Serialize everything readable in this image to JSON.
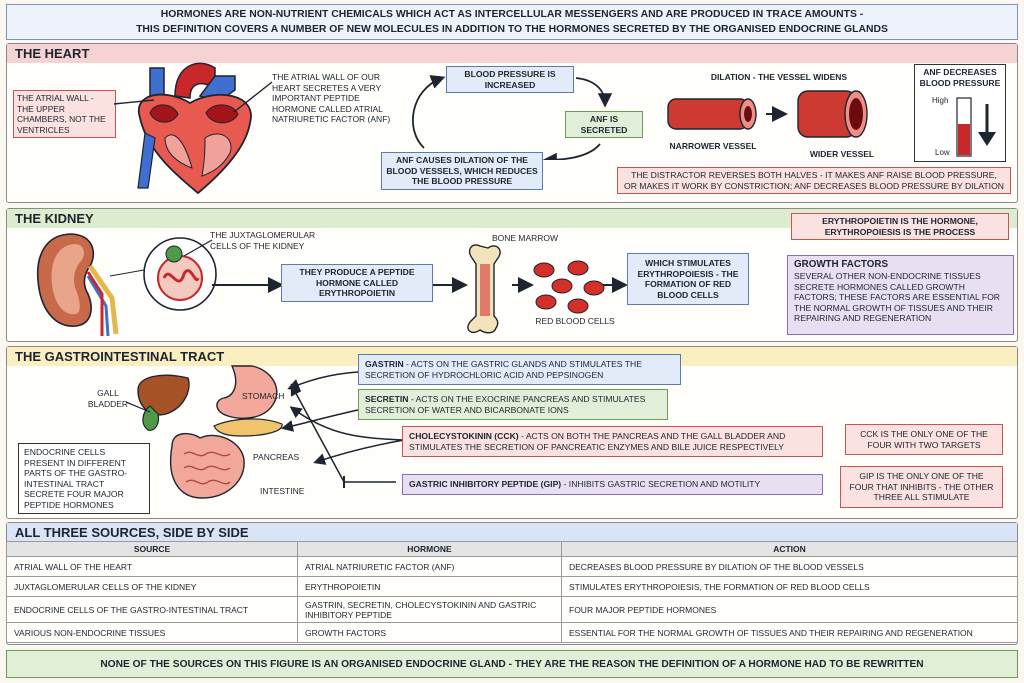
{
  "banner": {
    "line1": "HORMONES ARE NON-NUTRIENT CHEMICALS WHICH ACT AS INTERCELLULAR MESSENGERS AND ARE PRODUCED IN TRACE AMOUNTS -",
    "line2": "THIS DEFINITION COVERS A NUMBER OF NEW MOLECULES IN ADDITION TO THE HORMONES SECRETED BY THE ORGANISED ENDOCRINE GLANDS"
  },
  "heart": {
    "title": "THE HEART",
    "atrial_label": "THE ATRIAL WALL - THE UPPER CHAMBERS, NOT THE VENTRICLES",
    "anf_text": "THE ATRIAL WALL OF OUR HEART SECRETES A VERY IMPORTANT PEPTIDE HORMONE CALLED ATRIAL NATRIURETIC FACTOR (ANF)",
    "cycle_bp": "BLOOD PRESSURE IS INCREASED",
    "cycle_anf": "ANF IS SECRETED",
    "cycle_dilation": "ANF CAUSES DILATION OF THE BLOOD VESSELS, WHICH REDUCES THE BLOOD PRESSURE",
    "dilation_title": "DILATION - THE VESSEL WIDENS",
    "narrower": "NARROWER VESSEL",
    "wider": "WIDER VESSEL",
    "gauge_title": "ANF DECREASES BLOOD PRESSURE",
    "gauge_high": "High",
    "gauge_low": "Low",
    "gauge_level": 0.55,
    "distractor_line1": "THE DISTRACTOR REVERSES BOTH HALVES - IT MAKES ANF RAISE BLOOD PRESSURE,",
    "distractor_line2": "OR MAKES IT WORK BY CONSTRICTION; ANF DECREASES BLOOD PRESSURE BY DILATION"
  },
  "kidney": {
    "title": "THE KIDNEY",
    "jg_label": "THE JUXTAGLOMERULAR CELLS OF THE KIDNEY",
    "produce": "THEY PRODUCE A PEPTIDE HORMONE CALLED ERYTHROPOIETIN",
    "bone_marrow": "BONE MARROW",
    "rbc": "RED BLOOD CELLS",
    "stimulates": "WHICH STIMULATES ERYTHROPOIESIS - THE FORMATION OF RED BLOOD CELLS",
    "hormone_process": "ERYTHROPOIETIN IS THE HORMONE, ERYTHROPOIESIS IS THE PROCESS",
    "growth_title": "GROWTH FACTORS",
    "growth_text": "SEVERAL OTHER NON-ENDOCRINE TISSUES SECRETE HORMONES CALLED GROWTH FACTORS; THESE FACTORS ARE ESSENTIAL FOR THE NORMAL GROWTH OF TISSUES AND THEIR REPAIRING AND REGENERATION"
  },
  "gi": {
    "title": "THE GASTROINTESTINAL TRACT",
    "gall": "GALL BLADDER",
    "stomach": "STOMACH",
    "pancreas": "PANCREAS",
    "intestine": "INTESTINE",
    "endocrine_cells": "ENDOCRINE CELLS PRESENT IN DIFFERENT PARTS OF THE GASTRO-INTESTINAL TRACT SECRETE FOUR MAJOR PEPTIDE HORMONES",
    "gastrin_name": "GASTRIN",
    "gastrin_text": " - ACTS ON THE GASTRIC GLANDS AND STIMULATES THE SECRETION OF HYDROCHLORIC ACID AND PEPSINOGEN",
    "secretin_name": "SECRETIN",
    "secretin_text": " - ACTS ON THE EXOCRINE PANCREAS AND STIMULATES SECRETION OF WATER AND BICARBONATE IONS",
    "cck_name": "CHOLECYSTOKININ (CCK)",
    "cck_text": " - ACTS ON BOTH THE PANCREAS AND THE GALL BLADDER AND STIMULATES THE SECRETION OF PANCREATIC ENZYMES AND BILE JUICE RESPECTIVELY",
    "gip_name": "GASTRIC INHIBITORY PEPTIDE (GIP)",
    "gip_text": " - INHIBITS GASTRIC SECRETION AND MOTILITY",
    "cck_note": "CCK IS THE ONLY ONE OF THE FOUR WITH TWO TARGETS",
    "gip_note": "GIP IS THE ONLY ONE OF THE FOUR THAT INHIBITS - THE OTHER THREE ALL STIMULATE"
  },
  "summary": {
    "title": "ALL THREE SOURCES, SIDE BY SIDE",
    "headers": [
      "SOURCE",
      "HORMONE",
      "ACTION"
    ],
    "rows": [
      [
        "ATRIAL WALL OF THE HEART",
        "ATRIAL NATRIURETIC FACTOR (ANF)",
        "DECREASES BLOOD PRESSURE BY DILATION OF THE BLOOD VESSELS"
      ],
      [
        "JUXTAGLOMERULAR CELLS OF THE KIDNEY",
        "ERYTHROPOIETIN",
        "STIMULATES ERYTHROPOIESIS, THE FORMATION OF RED BLOOD CELLS"
      ],
      [
        "ENDOCRINE CELLS OF THE GASTRO-INTESTINAL TRACT",
        "GASTRIN, SECRETIN, CHOLECYSTOKININ AND GASTRIC INHIBITORY PEPTIDE",
        "FOUR MAJOR PEPTIDE HORMONES"
      ],
      [
        "VARIOUS NON-ENDOCRINE TISSUES",
        "GROWTH FACTORS",
        "ESSENTIAL FOR THE NORMAL GROWTH OF TISSUES AND THEIR REPAIRING AND REGENERATION"
      ]
    ]
  },
  "footer": "NONE OF THE SOURCES ON THIS FIGURE IS AN ORGANISED ENDOCRINE GLAND - THEY ARE THE REASON THE DEFINITION OF A HORMONE HAD TO BE REWRITTEN",
  "colors": {
    "heart_header": "#f6d3d3",
    "kidney_header": "#dcedd0",
    "gi_header": "#fbeec0",
    "summary_header": "#d7e5f6",
    "blood": "#c8282a",
    "vein": "#3e6fd1"
  }
}
